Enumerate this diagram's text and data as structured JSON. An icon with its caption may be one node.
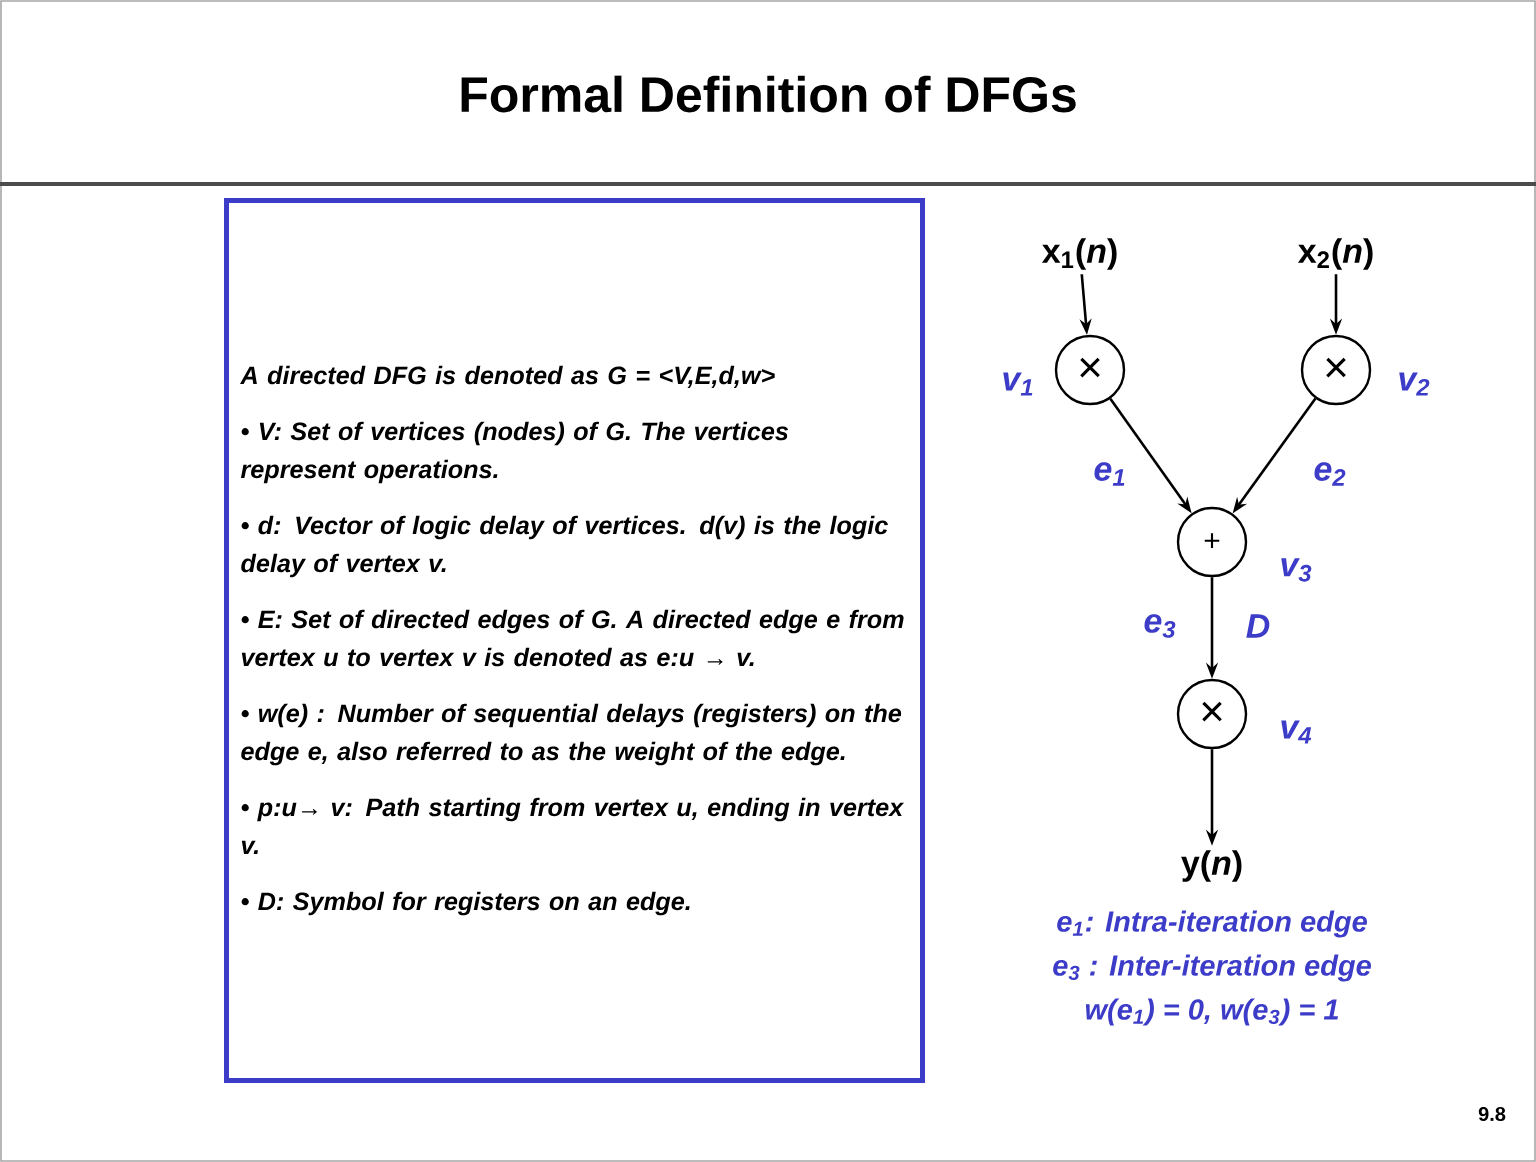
{
  "diagram": {
    "title": "Formal Definition of DFGs",
    "nodes": [
      {
        "text": [
          "A directed DFG is denoted as G = <V,E,d,w>",
          "• V: Set of vertices (nodes) of G. The vertices represent operations.",
          "• d: Vector of logic delay of vertices. d(v) is the logic delay of vertex v.",
          "• E: Set of directed edges of G. A directed edge e from vertex u to vertex v is denoted as e:u → v.",
          "• w(e) : Number of sequential delays (registers) on the edge e, also referred to as the weight of the edge.",
          "• p:u→ v: Path starting from vertex u, ending in vertex v.",
          "• D: Symbol for registers on an edge."
        ]
      },
      {
        "text": [
          "x$_{1}$(*n*)"
        ]
      },
      {
        "text": [
          "x$_{2}$(*n*)"
        ]
      },
      {
        "text": [
          "×"
        ],
        "beside": [
          "v$_{1}$"
        ]
      },
      {
        "text": [
          "×"
        ],
        "beside": [
          "v$_{2}$"
        ]
      },
      {
        "text": [
          "+"
        ],
        "beside": [
          "v$_{3}$"
        ]
      },
      {
        "text": [
          "×"
        ],
        "beside": [
          "v$_{4}$"
        ]
      },
      {
        "text": [
          "y(*n*)"
        ]
      }
    ],
    "edges": [
      {
        "from": 1,
        "to": 3,
        "arrow": "to"
      },
      {
        "from": 2,
        "to": 4,
        "arrow": "to"
      },
      {
        "from": 3,
        "to": 5,
        "arrow": "to",
        "label": "e$_{1}$"
      },
      {
        "from": 4,
        "to": 5,
        "arrow": "to",
        "label": "e$_{2}$"
      },
      {
        "from": 5,
        "to": 6,
        "arrow": "to",
        "label": "e$_{3}$"
      },
      {
        "from": 6,
        "to": 7,
        "arrow": "to"
      }
    ],
    "labels": [
      "D",
      "e$_{1}$: Intra-iteration edge",
      "e$_{3}$ : Inter-iteration edge",
      "w(e$_{1}$) = 0, w(e$_{3}$) = 1",
      "9.8"
    ]
  }
}
